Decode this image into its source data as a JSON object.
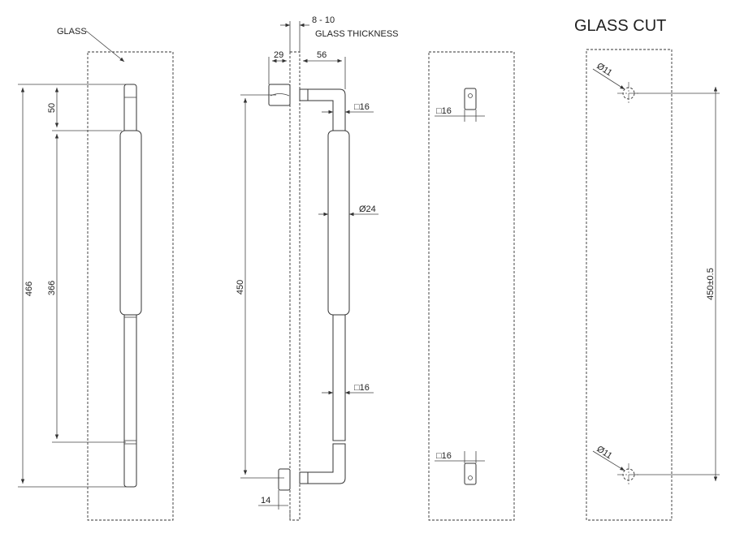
{
  "labels": {
    "glass": "GLASS",
    "glass_cut_title": "GLASS CUT",
    "glass_thickness_value": "8 - 10",
    "glass_thickness_label": "GLASS THICKNESS"
  },
  "front_view": {
    "dim_total_height": "466",
    "dim_top_offset": "50",
    "dim_grip_length": "366"
  },
  "side_view": {
    "dim_offset_left": "29",
    "dim_offset_right": "56",
    "dim_centers": "450",
    "dim_base_width": "14",
    "dim_square_top": "□16",
    "dim_grip_diameter": "Ø24",
    "dim_square_bottom": "□16"
  },
  "bracket_view": {
    "dim_square_top": "□16",
    "dim_square_bottom": "□16"
  },
  "cut_view": {
    "dim_hole_top": "Ø11",
    "dim_hole_bottom": "Ø11",
    "dim_hole_spacing": "450±0.5"
  }
}
